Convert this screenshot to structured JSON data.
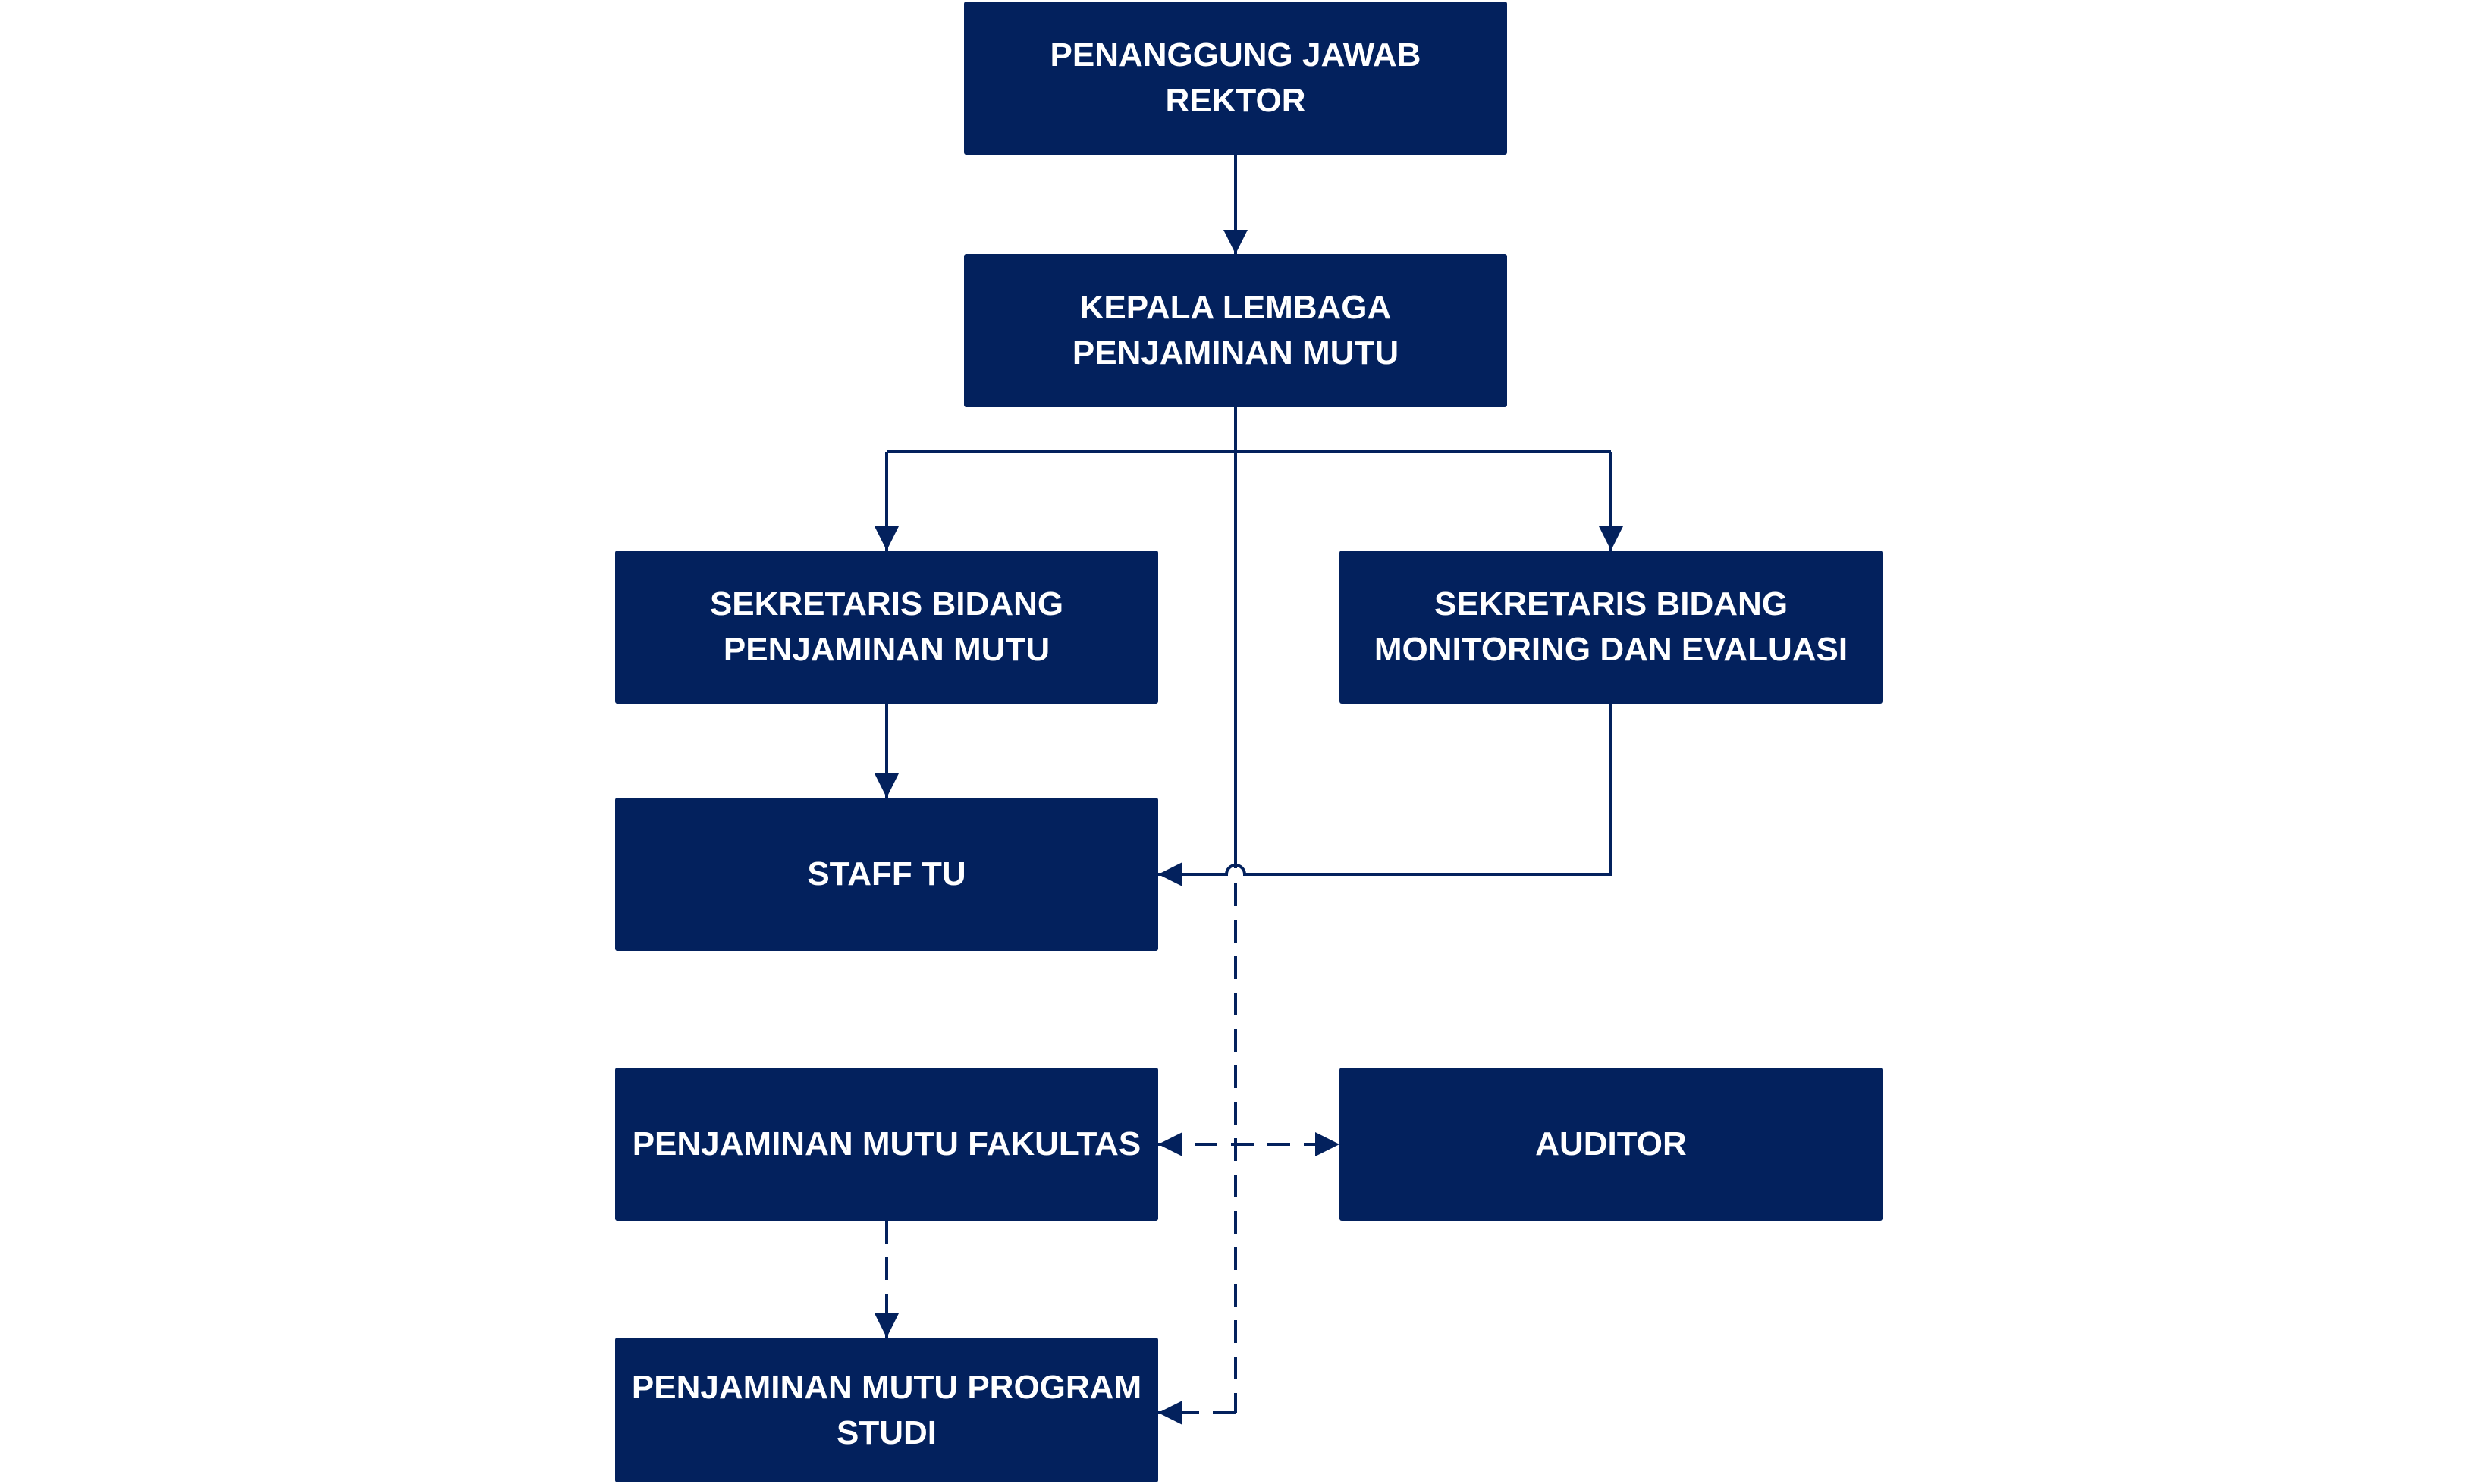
{
  "diagram": {
    "accent_color": "#03215d",
    "text_color": "#ffffff",
    "nodes": {
      "rektor": {
        "line1": "PENANGGUNG JAWAB",
        "line2": "REKTOR"
      },
      "kepala": {
        "line1": "KEPALA LEMBAGA",
        "line2": "PENJAMINAN MUTU"
      },
      "sekretaris_pm": {
        "line1": "SEKRETARIS BIDANG",
        "line2": "PENJAMINAN MUTU"
      },
      "sekretaris_me": {
        "line1": "SEKRETARIS BIDANG",
        "line2": "MONITORING DAN EVALUASI"
      },
      "staff": {
        "line1": "STAFF TU"
      },
      "fakultas": {
        "line1": "PENJAMINAN MUTU FAKULTAS"
      },
      "auditor": {
        "line1": "AUDITOR"
      },
      "prodi": {
        "line1": "PENJAMINAN MUTU PROGRAM",
        "line2": "STUDI"
      }
    },
    "connectors": [
      {
        "from": "rektor",
        "to": "kepala",
        "style": "solid"
      },
      {
        "from": "kepala",
        "to": "sekretaris_pm",
        "style": "solid"
      },
      {
        "from": "kepala",
        "to": "sekretaris_me",
        "style": "solid"
      },
      {
        "from": "kepala",
        "to": "staff",
        "style": "solid"
      },
      {
        "from": "sekretaris_pm",
        "to": "staff",
        "style": "solid"
      },
      {
        "from": "sekretaris_me",
        "to": "staff",
        "style": "solid"
      },
      {
        "from": "kepala",
        "to": "fakultas",
        "style": "dashed"
      },
      {
        "from": "kepala",
        "to": "prodi",
        "style": "dashed"
      },
      {
        "from": "fakultas",
        "to": "auditor",
        "style": "dashed-bidirectional"
      },
      {
        "from": "fakultas",
        "to": "prodi",
        "style": "dashed"
      }
    ]
  }
}
